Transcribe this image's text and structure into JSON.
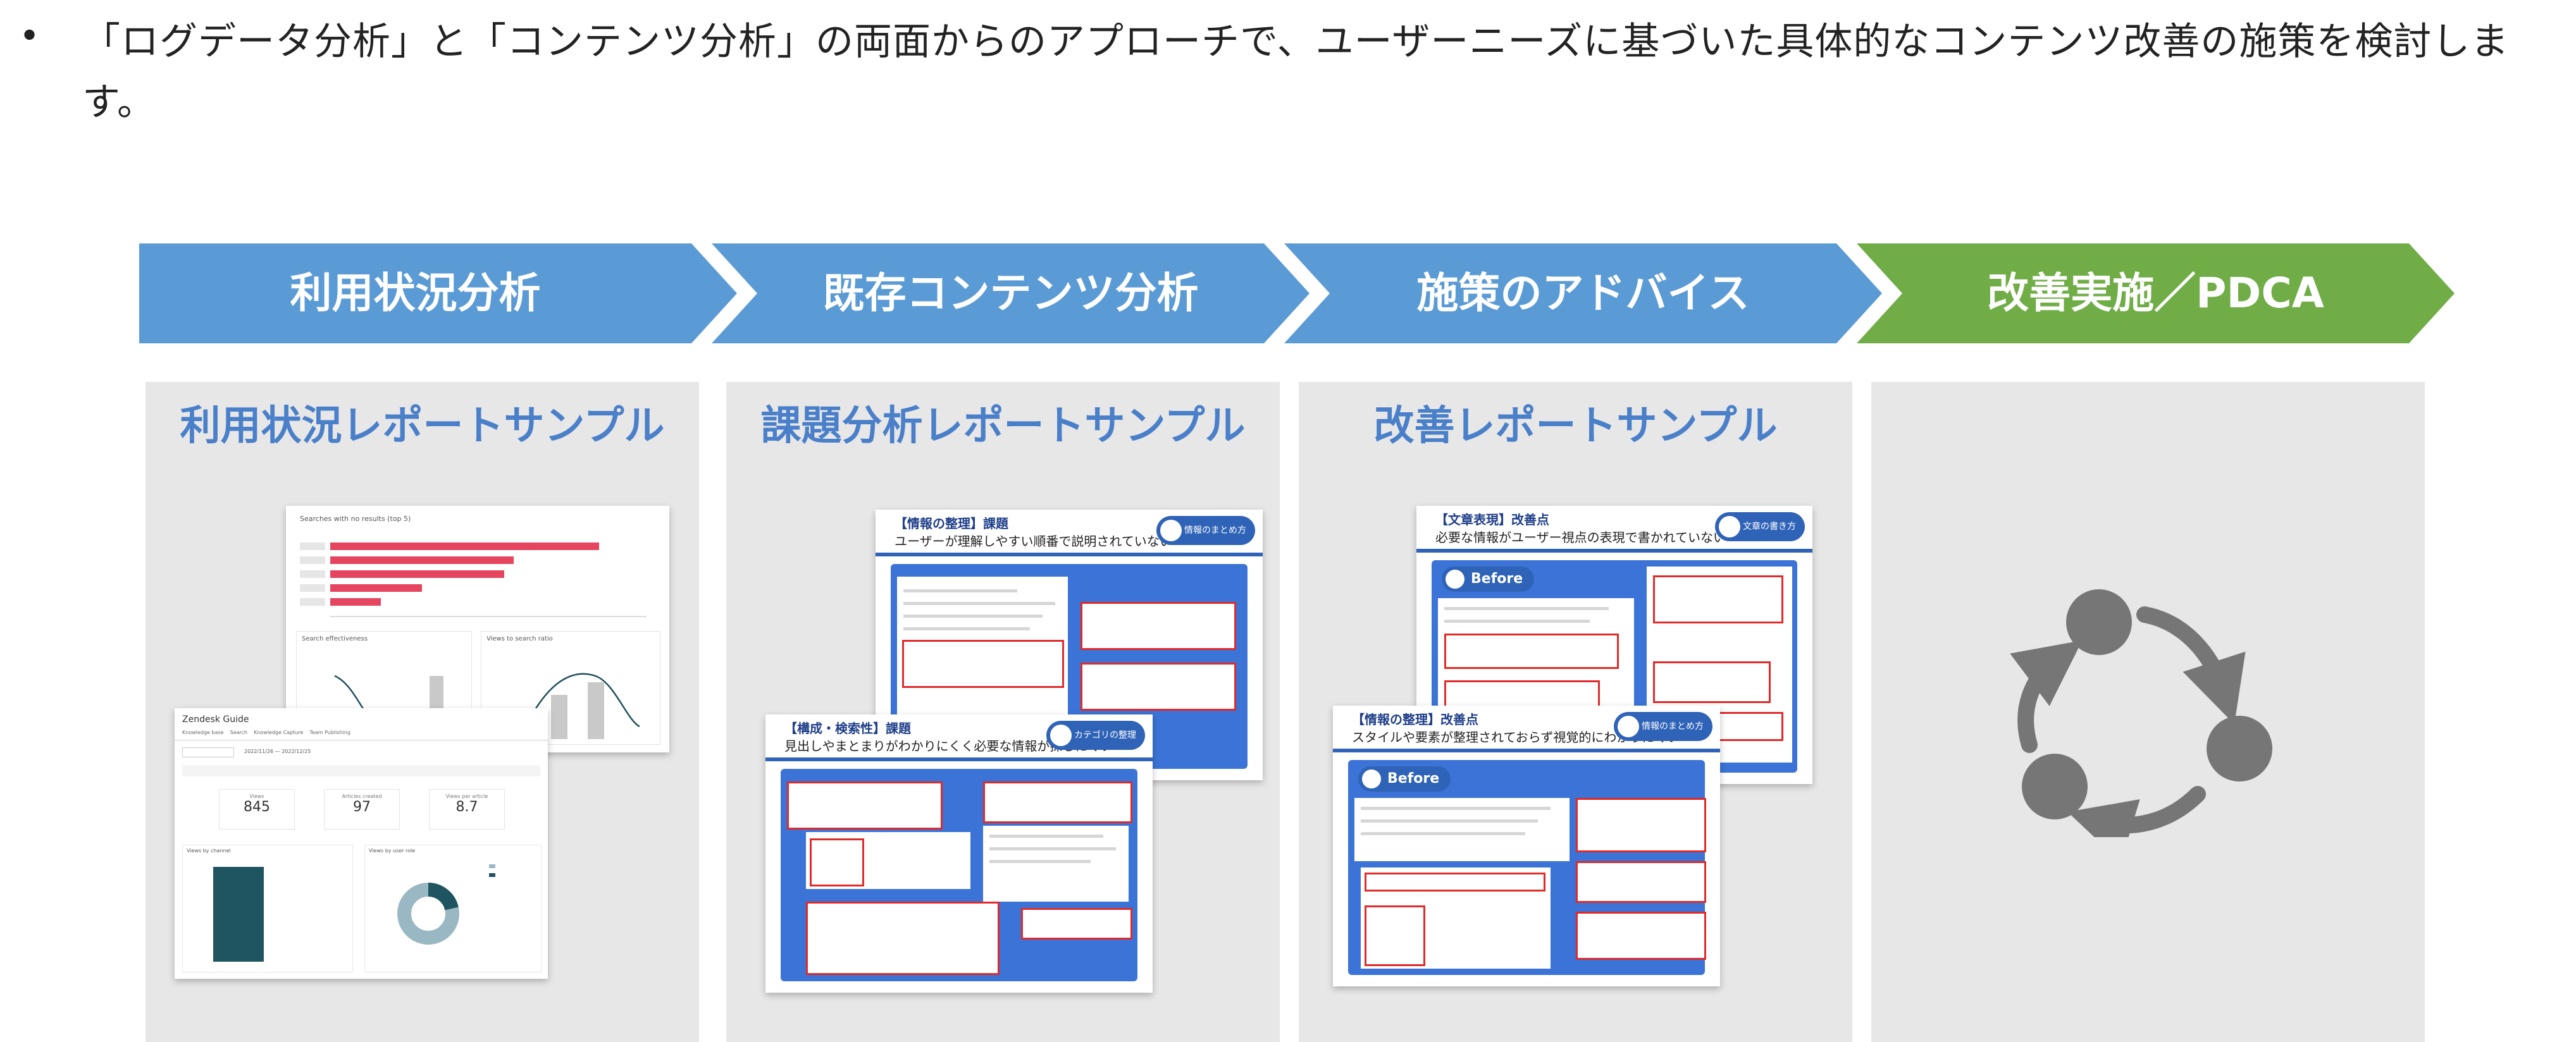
{
  "intro": {
    "bullet": "•",
    "text": "「ログデータ分析」と「コンテンツ分析」の両面からのアプローチで、ユーザーニーズに基づいた具体的なコンテンツ改善の施策を検討します。"
  },
  "flow": [
    {
      "label": "利用状況分析",
      "color": "#5b9bd5"
    },
    {
      "label": "既存コンテンツ分析",
      "color": "#5b9bd5"
    },
    {
      "label": "施策のアドバイス",
      "color": "#5b9bd5"
    },
    {
      "label": "改善実施／PDCA",
      "color": "#70ad47"
    }
  ],
  "panels": [
    {
      "title": "利用状況レポートサンプル"
    },
    {
      "title": "課題分析レポートサンプル"
    },
    {
      "title": "改善レポートサンプル"
    },
    {
      "title": ""
    }
  ],
  "usage_report": {
    "top_card": {
      "heading": "Searches with no results (top 5)",
      "bars": [
        0.85,
        0.58,
        0.55,
        0.29,
        0.16
      ],
      "left_chart_heading": "Search effectiveness",
      "right_chart_heading": "Views to search ratio"
    },
    "bottom_card": {
      "app_title": "Zendesk Guide",
      "nav": [
        "Knowledge base",
        "Search",
        "Knowledge Capture",
        "Team Publishing"
      ],
      "date_range": "2022/11/26 — 2022/12/25",
      "metric_labels": [
        "Views",
        "Articles created",
        "Views per article"
      ],
      "metrics": [
        "845",
        "97",
        "8.7"
      ],
      "left_chart_heading": "Views by channel",
      "right_chart_heading": "Views by user role"
    }
  },
  "issue_report": {
    "back_slide": {
      "title1": "【情報の整理】課題",
      "title2": "ユーザーが理解しやすい順番で説明されていない",
      "badge": "情報のまとめ方"
    },
    "front_slide": {
      "title1": "【構成・検索性】課題",
      "title2": "見出しやまとまりがわかりにくく必要な情報が探しにくい",
      "badge": "カテゴリの整理"
    }
  },
  "improve_report": {
    "back_slide": {
      "title1": "【文章表現】改善点",
      "title2": "必要な情報がユーザー視点の表現で書かれていない",
      "badge": "文章の書き方",
      "before": "Before"
    },
    "front_slide": {
      "title1": "【情報の整理】改善点",
      "title2": "スタイルや要素が整理されておらず視覚的にわかりにくい",
      "badge": "情報のまとめ方",
      "before": "Before"
    }
  },
  "pdca": {
    "icon": "cycle-icon",
    "color": "#767676"
  }
}
